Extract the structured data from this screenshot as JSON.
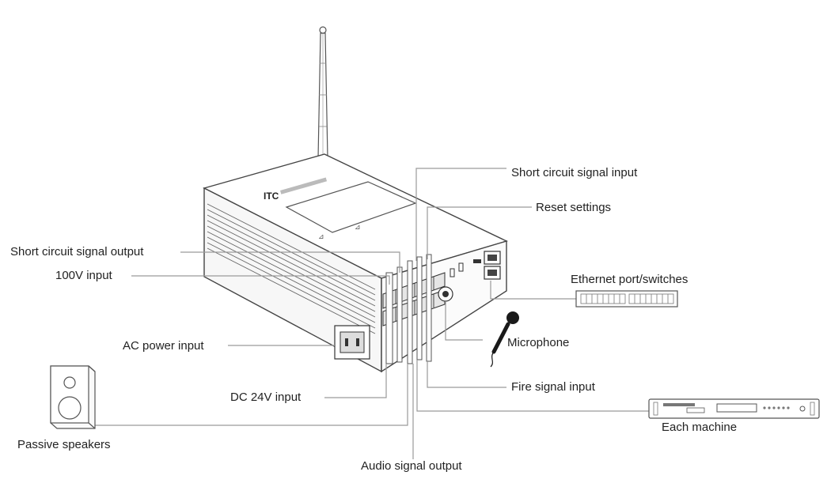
{
  "diagram": {
    "labels": {
      "short_circuit_signal_input": "Short circuit signal input",
      "reset_settings": "Reset settings",
      "short_circuit_signal_output": "Short circuit signal output",
      "input_100v": "100V input",
      "ethernet_port_switches": "Ethernet port/switches",
      "ac_power_input": "AC power input",
      "microphone": "Microphone",
      "fire_signal_input": "Fire signal input",
      "dc_24v_input": "DC 24V input",
      "passive_speakers": "Passive speakers",
      "each_machine": "Each machine",
      "audio_signal_output": "Audio signal output"
    },
    "device_logo": "ITC",
    "colors": {
      "line": "#9a9a9a",
      "device_stroke": "#444444",
      "text": "#222222",
      "dark": "#1a1a1a"
    }
  }
}
